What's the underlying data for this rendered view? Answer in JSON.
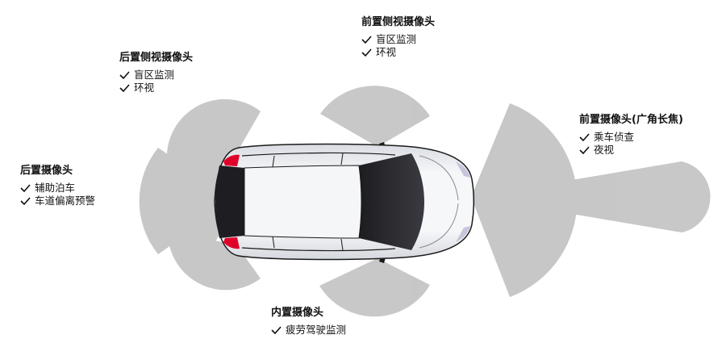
{
  "colors": {
    "cone_fill": "#9a9a9a",
    "car_body": "#eef0f4",
    "glass": "#2a2a2e",
    "tail_light": "#e0002a",
    "text": "#111111"
  },
  "cameras": {
    "rear_side": {
      "title": "后置侧视摄像头",
      "items": [
        "盲区监测",
        "环视"
      ],
      "icon": "check-icon"
    },
    "front_side": {
      "title": "前置侧视摄像头",
      "items": [
        "盲区监测",
        "环视"
      ],
      "icon": "check-icon"
    },
    "rear": {
      "title": "后置摄像头",
      "items": [
        "辅助泊车",
        "车道偏离预警"
      ],
      "icon": "check-icon"
    },
    "front": {
      "title": "前置摄像头(广角长焦)",
      "items": [
        "乘车侦查",
        "夜视"
      ],
      "icon": "check-icon"
    },
    "interior": {
      "title": "内置摄像头",
      "items": [
        "疲劳驾驶监测"
      ],
      "icon": "check-icon"
    }
  }
}
